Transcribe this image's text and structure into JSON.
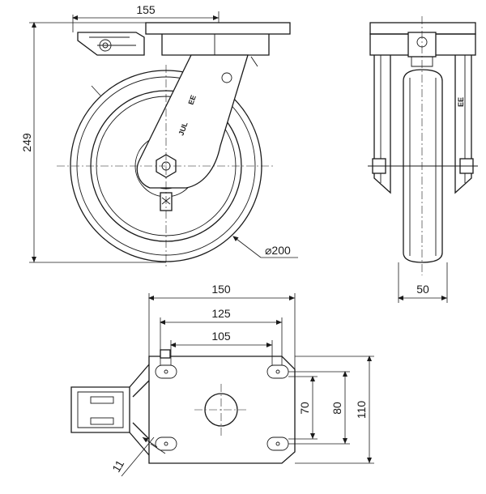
{
  "dimensions": {
    "top_width": "155",
    "overall_height": "249",
    "wheel_diameter": "⌀200",
    "wheel_width": "50",
    "plate_width": "150",
    "hole_spacing_outer": "125",
    "hole_spacing_inner": "105",
    "plate_length": "110",
    "hole_spacing_long": "80",
    "hole_spacing_short": "70",
    "slot_width": "11"
  },
  "wheel_label": "JUL"
}
